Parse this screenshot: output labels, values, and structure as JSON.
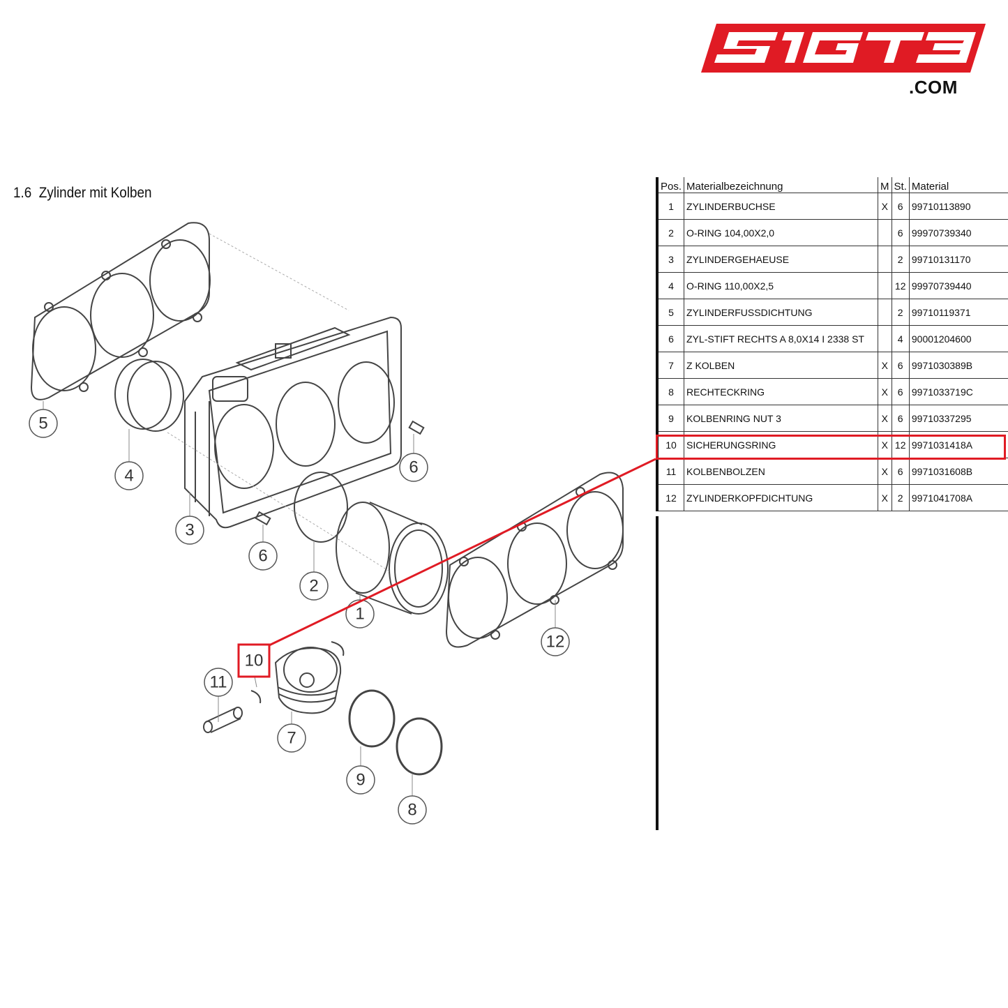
{
  "logo": {
    "brand": "51GT3",
    "domain": ".COM",
    "color": "#e01b24"
  },
  "section": {
    "number": "1.6",
    "title": "Zylinder mit Kolben"
  },
  "table": {
    "headers": {
      "pos": "Pos.",
      "name": "Materialbezeichnung",
      "m": "M",
      "st": "St.",
      "material": "Material"
    },
    "rows": [
      {
        "pos": "1",
        "name": "ZYLINDERBUCHSE",
        "m": "X",
        "st": "6",
        "material": "99710113890"
      },
      {
        "pos": "2",
        "name": "O-RING 104,00X2,0",
        "m": "",
        "st": "6",
        "material": "99970739340"
      },
      {
        "pos": "3",
        "name": "ZYLINDERGEHAEUSE",
        "m": "",
        "st": "2",
        "material": "99710131170"
      },
      {
        "pos": "4",
        "name": "O-RING 110,00X2,5",
        "m": "",
        "st": "12",
        "material": "99970739440"
      },
      {
        "pos": "5",
        "name": "ZYLINDERFUSSDICHTUNG",
        "m": "",
        "st": "2",
        "material": "99710119371"
      },
      {
        "pos": "6",
        "name": "ZYL-STIFT RECHTS A 8,0X14 I 2338 ST",
        "m": "",
        "st": "4",
        "material": "90001204600"
      },
      {
        "pos": "7",
        "name": "Z KOLBEN",
        "m": "X",
        "st": "6",
        "material": "9971030389B"
      },
      {
        "pos": "8",
        "name": "RECHTECKRING",
        "m": "X",
        "st": "6",
        "material": "9971033719C"
      },
      {
        "pos": "9",
        "name": "KOLBENRING NUT 3",
        "m": "X",
        "st": "6",
        "material": "99710337295"
      },
      {
        "pos": "10",
        "name": "SICHERUNGSRING",
        "m": "X",
        "st": "12",
        "material": "9971031418A"
      },
      {
        "pos": "11",
        "name": "KOLBENBOLZEN",
        "m": "X",
        "st": "6",
        "material": "9971031608B"
      },
      {
        "pos": "12",
        "name": "ZYLINDERKOPFDICHTUNG",
        "m": "X",
        "st": "2",
        "material": "9971041708A"
      }
    ],
    "highlighted_pos": "10"
  },
  "callouts": [
    "1",
    "2",
    "3",
    "4",
    "5",
    "6",
    "6",
    "7",
    "8",
    "9",
    "10",
    "11",
    "12"
  ],
  "highlight_color": "#e01b24"
}
